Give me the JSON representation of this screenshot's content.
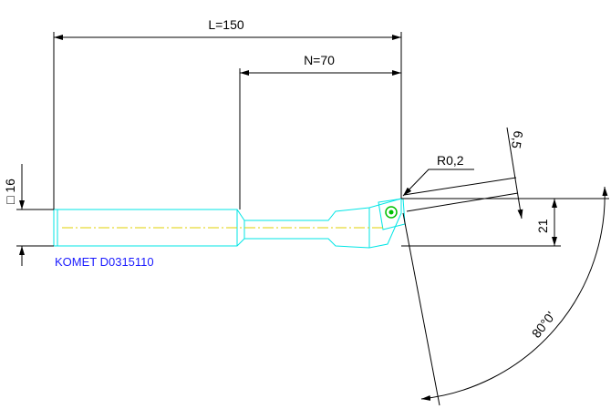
{
  "drawing": {
    "dimensions": {
      "overall_length": "L=150",
      "neck_length": "N=70",
      "square_shank": "□ 16",
      "corner_radius": "R0,2",
      "insert_size": "6,5",
      "offset_height": "21",
      "approach_angle": "80°0'"
    },
    "tool_label": "KOMET D0315110"
  },
  "colors": {
    "background": "#ffffff",
    "dimension_lines": "#000000",
    "tool_outline": "#00e5e5",
    "center_line": "#e0d000",
    "label_text": "#1a1aff",
    "insert": "#00c000"
  }
}
